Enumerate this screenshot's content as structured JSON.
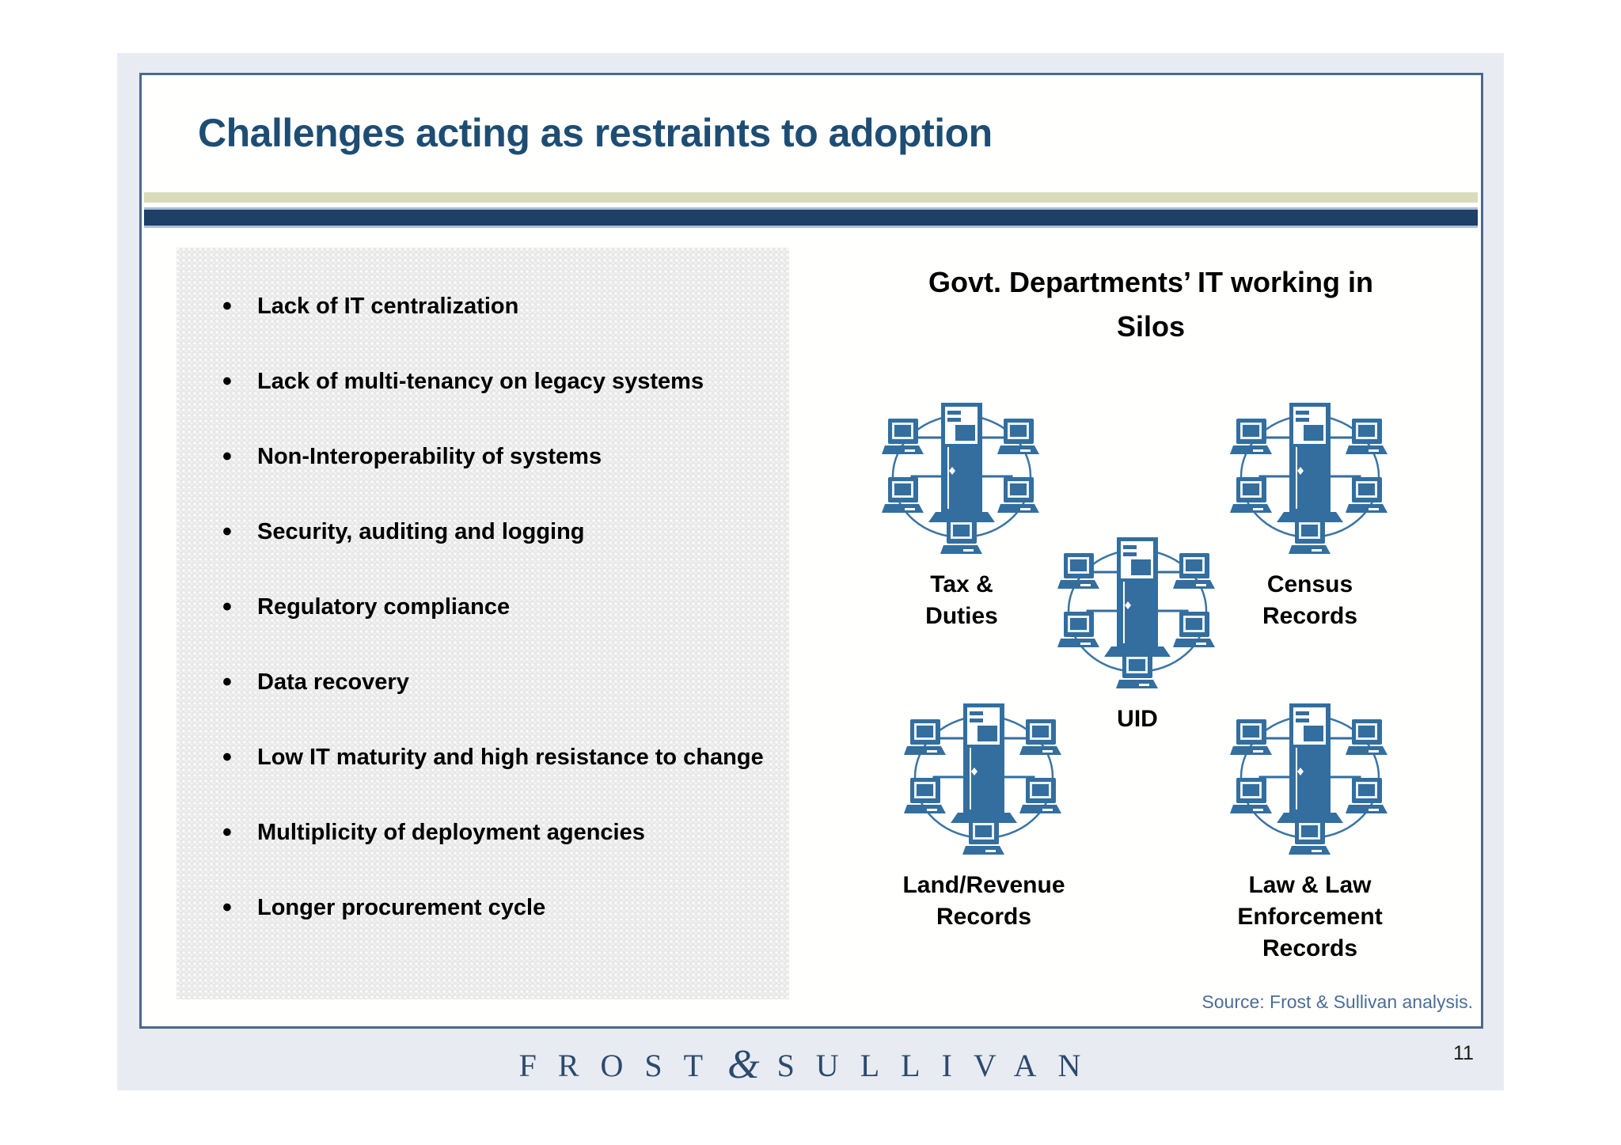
{
  "slide": {
    "title": "Challenges acting as restraints to adoption",
    "bullets": [
      "Lack of IT centralization",
      "Lack of multi-tenancy on legacy systems",
      "Non-Interoperability of systems",
      "Security, auditing and logging",
      "Regulatory compliance",
      "Data recovery",
      "Low IT maturity and high resistance to change",
      "Multiplicity of deployment agencies",
      "Longer procurement cycle"
    ],
    "diagram": {
      "heading_line1": "Govt. Departments’ IT working in",
      "heading_line2": "Silos",
      "clusters": [
        {
          "lines": [
            "Tax &",
            "Duties"
          ]
        },
        {
          "lines": [
            "Census",
            "Records"
          ]
        },
        {
          "lines": [
            "UID"
          ]
        },
        {
          "lines": [
            "Land/Revenue",
            "Records"
          ]
        },
        {
          "lines": [
            "Law & Law",
            "Enforcement",
            "Records"
          ]
        }
      ]
    },
    "source_note": "Source: Frost & Sullivan analysis."
  },
  "footer": {
    "logo": {
      "left": "FROST",
      "amp": "&",
      "right": "SULLIVAN"
    },
    "page_number": "11"
  },
  "colors": {
    "title_blue": "#1e4d74",
    "accent_olive": "#d9dbbc",
    "accent_navy": "#1e3f66",
    "diagram_blue": "#336e9e",
    "source_blue": "#4a6d99",
    "logo_navy": "#2b4a6e",
    "mat_gray": "#e8ebf1"
  }
}
